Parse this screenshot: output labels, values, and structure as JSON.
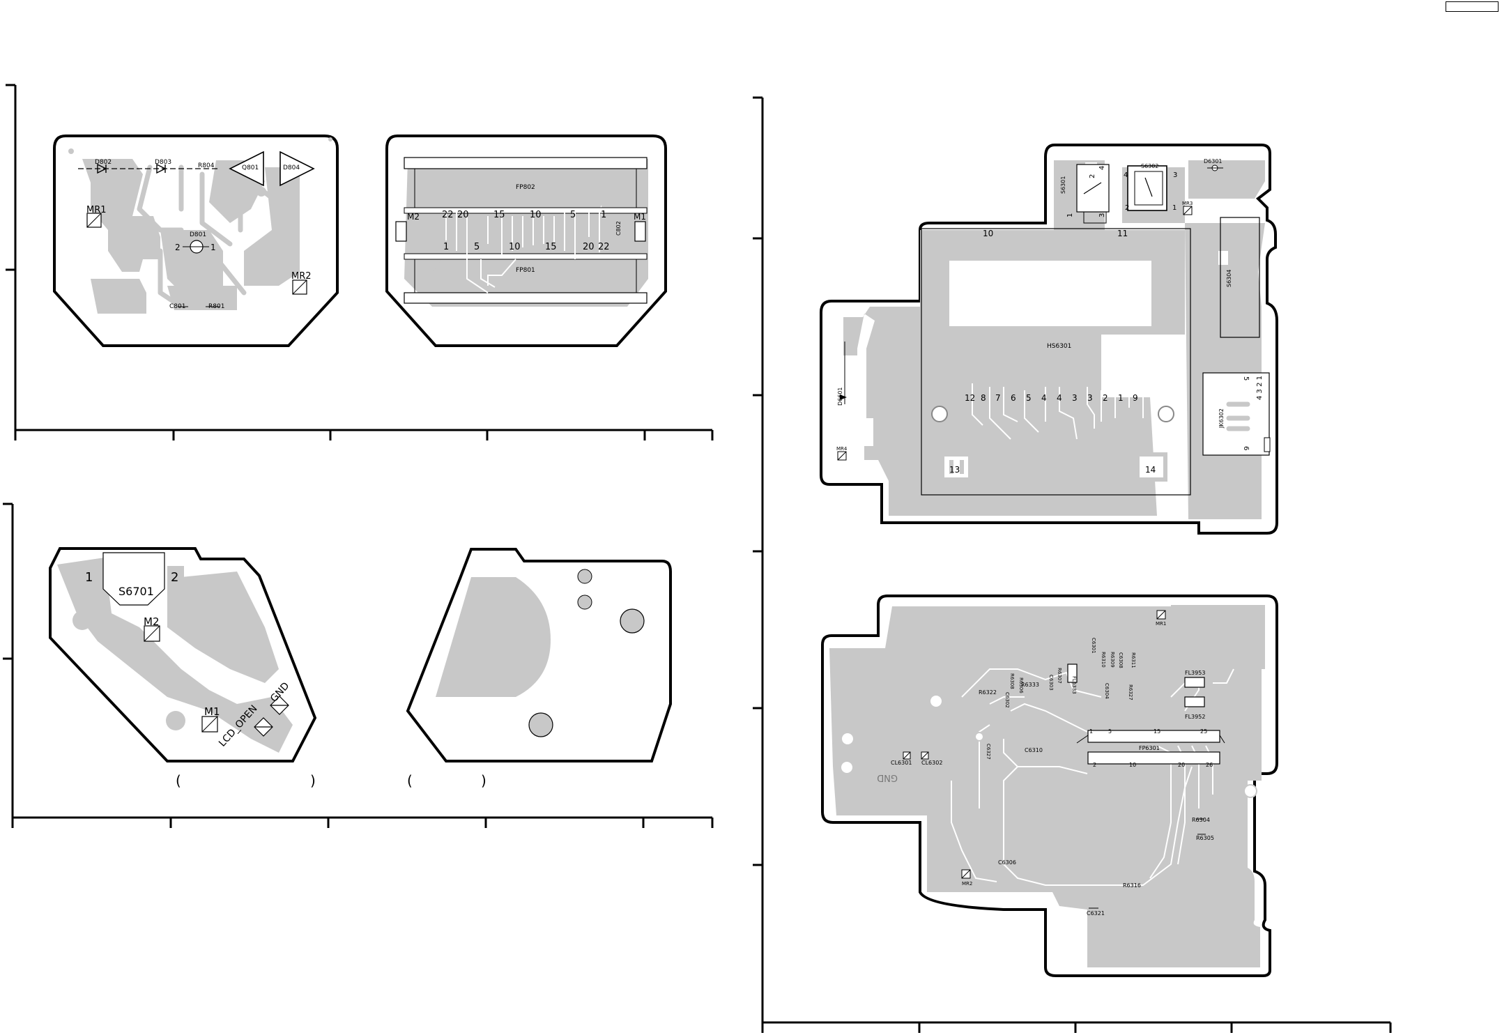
{
  "board_a": {
    "labels": {
      "d802": "D802",
      "d803": "D803",
      "r804": "R804",
      "q801": "Q801",
      "d804": "D804",
      "mr1": "MR1",
      "mr2": "MR2",
      "d801": "D801",
      "pin2": "2",
      "pin1": "1",
      "c801": "C801",
      "r801": "R801"
    }
  },
  "board_b": {
    "labels": {
      "fp802": "FP802",
      "fp801": "FP801",
      "m1": "M1",
      "m2": "M2",
      "c802": "C802"
    },
    "top_pins": [
      "22",
      "20",
      "15",
      "10",
      "5",
      "1"
    ],
    "bottom_pins": [
      "1",
      "5",
      "10",
      "15",
      "20",
      "22"
    ]
  },
  "board_c": {
    "labels": {
      "s6701": "S6701",
      "pad1": "1",
      "pad2": "2",
      "m2": "M2",
      "m1": "M1",
      "lcd_open": "LCD_OPEN",
      "gnd": "GND"
    }
  },
  "parens": {
    "open1": "(",
    "close1": ")",
    "open2": "(",
    "close2": ")"
  },
  "board_e": {
    "labels": {
      "s6301": "S6301",
      "s6302": "S6302",
      "d6301": "D6301",
      "mr3": "MR3",
      "hs6301": "HS6301",
      "s6304": "S6304",
      "d6601": "D6601",
      "mr4": "MR4",
      "jk6302": "JK6302",
      "pin10": "10",
      "pin11": "11",
      "pin13": "13",
      "pin14": "14",
      "sw_a2": "2",
      "sw_a4": "4",
      "sw_a1": "1",
      "sw_a3": "3",
      "sw_b4": "4",
      "sw_b3": "3",
      "sw_b2": "2",
      "sw_b1": "1",
      "jk5": "5",
      "jk6": "6",
      "jk_pins": "4 3 2 1"
    },
    "hs_pins": [
      "12",
      "8",
      "7",
      "6",
      "5",
      "4",
      "4",
      "3",
      "3",
      "2",
      "1",
      "9"
    ]
  },
  "board_f": {
    "labels": {
      "mr1": "MR1",
      "fl3953": "FL3953",
      "fl3952": "FL3952",
      "fp6301": "FP6301",
      "cl6301": "CL6301",
      "cl6302": "CL6302",
      "gnd": "GND",
      "r6304": "R6304",
      "r6305": "R6305",
      "c6306": "C6306",
      "mr2": "MR2",
      "r6316": "R6316",
      "c6321": "C6321",
      "r6322": "R6322",
      "r6333": "R6333",
      "c6310": "C6310",
      "c6327": "C6327",
      "fl6333": "FL6333",
      "fp_p1": "1",
      "fp_p5": "5",
      "fp_p15": "15",
      "fp_p25": "25",
      "fp_p2": "2",
      "fp_p10": "10",
      "fp_p20": "20",
      "fp_p26": "26"
    },
    "rot_labels": [
      "C6301",
      "R6308",
      "R6310",
      "C6302",
      "R6311",
      "R6307",
      "C6308",
      "R6309",
      "R6327",
      "C6303",
      "C6304",
      "R6306"
    ]
  }
}
